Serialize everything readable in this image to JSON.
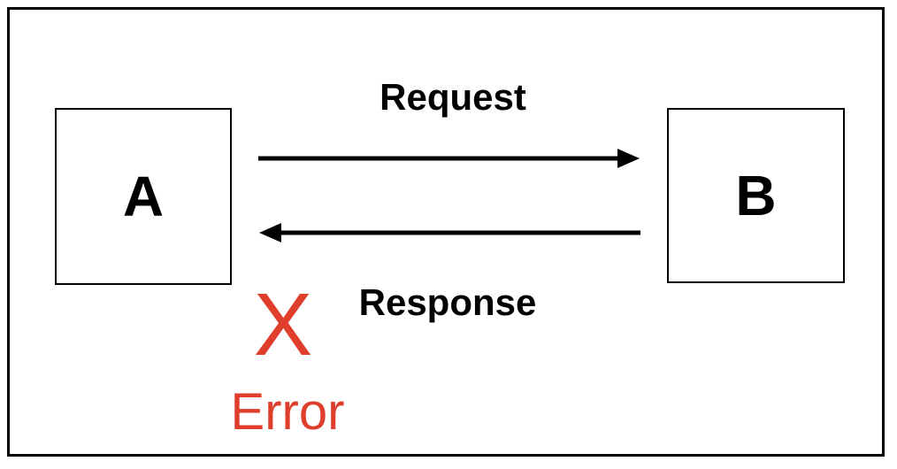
{
  "diagram": {
    "nodes": {
      "a": {
        "label": "A"
      },
      "b": {
        "label": "B"
      }
    },
    "flows": {
      "request": {
        "label": "Request",
        "direction": "a-to-b"
      },
      "response": {
        "label": "Response",
        "direction": "b-to-a"
      }
    },
    "error": {
      "mark": "X",
      "label": "Error"
    },
    "colors": {
      "line": "#000000",
      "error": "#de3e2b",
      "background": "#ffffff"
    }
  }
}
